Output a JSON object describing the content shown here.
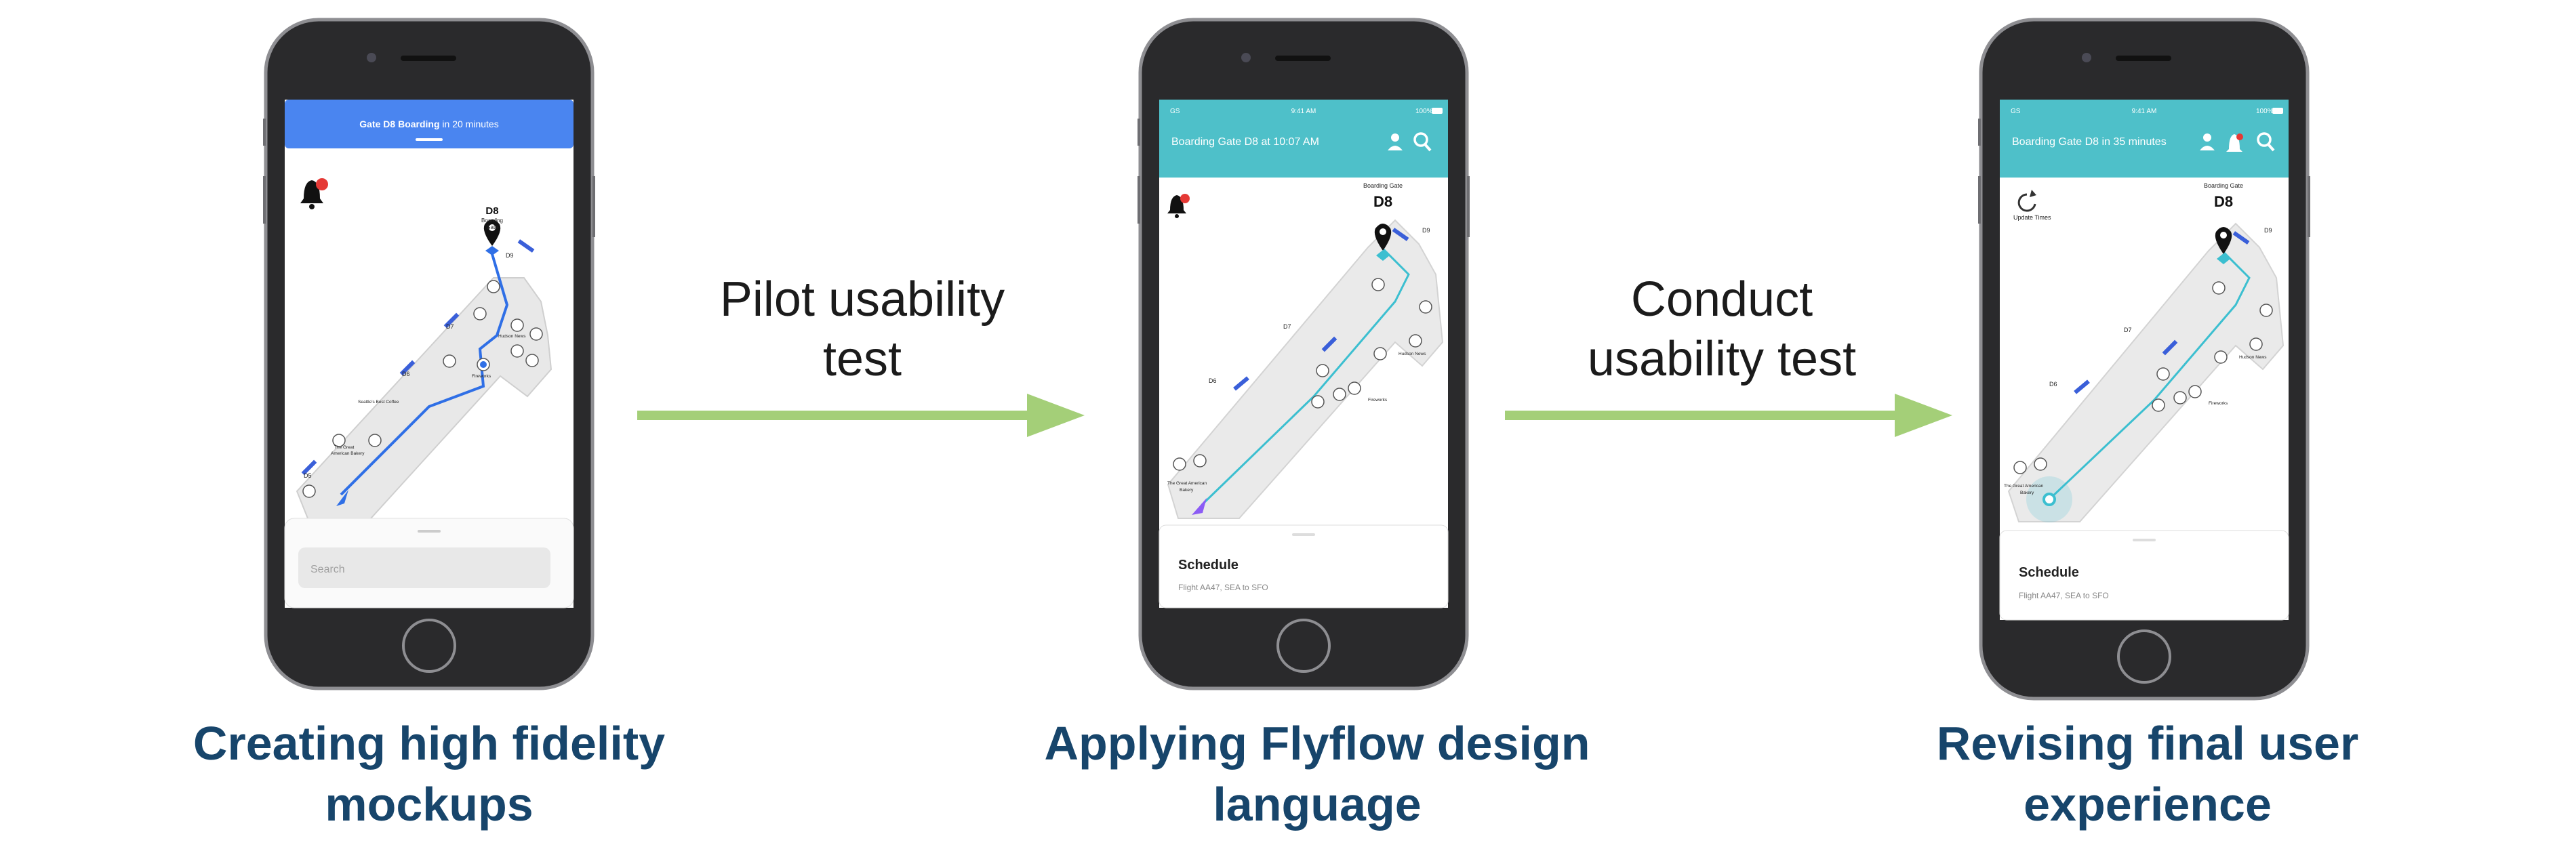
{
  "colors": {
    "accent_green": "#a4cf78",
    "caption_blue": "#17456b",
    "blue_banner": "#4a85f0",
    "teal_header": "#4ec0c9",
    "route_blue": "#2f6fe6",
    "route_teal": "#3cbfd0",
    "gate_blue": "#3a5fd9"
  },
  "steps": [
    {
      "caption_lines": [
        "Creating high fidelity",
        "mockups"
      ],
      "screen": {
        "banner_bold": "Gate D8 Boarding",
        "banner_rest": " in 20 minutes",
        "gate": "D8",
        "gate_sub_1": "Boarding",
        "gate_sub_2": "Gate",
        "gate_labels": [
          "D9",
          "D7",
          "D6",
          "D5"
        ],
        "place_labels": [
          "Hudson News",
          "Fireworks",
          "Seattle's Best Coffee",
          "The Great",
          "American Bakery"
        ],
        "search_placeholder": "Search"
      }
    },
    {
      "caption_lines": [
        "Applying Flyflow design",
        "language"
      ],
      "screen": {
        "status_left": "GS",
        "status_time": "9:41 AM",
        "status_right": "100%",
        "header_text": "Boarding Gate D8  at 10:07 AM",
        "gate_caption": "Boarding Gate",
        "gate": "D8",
        "gate_labels": [
          "D9",
          "D7",
          "D6"
        ],
        "place_labels": [
          "Hudson News",
          "Fireworks",
          "The Great American",
          "Bakery"
        ],
        "sheet_title": "Schedule",
        "sheet_sub": "Flight AA47, SEA to SFO"
      }
    },
    {
      "caption_lines": [
        "Revising final user",
        "experience"
      ],
      "screen": {
        "status_left": "GS",
        "status_time": "9:41 AM",
        "status_right": "100%",
        "header_text": "Boarding Gate D8 in 35 minutes",
        "update_label": "Update Times",
        "gate_caption": "Boarding Gate",
        "gate": "D8",
        "gate_labels": [
          "D9",
          "D7",
          "D6"
        ],
        "place_labels": [
          "Hudson News",
          "Fireworks",
          "The Great American",
          "Bakery"
        ],
        "sheet_title": "Schedule",
        "sheet_sub": "Flight AA47, SEA to SFO"
      }
    }
  ],
  "transitions": [
    {
      "label_lines": [
        "Pilot usability",
        "test"
      ]
    },
    {
      "label_lines": [
        "Conduct",
        "usability test"
      ]
    }
  ]
}
